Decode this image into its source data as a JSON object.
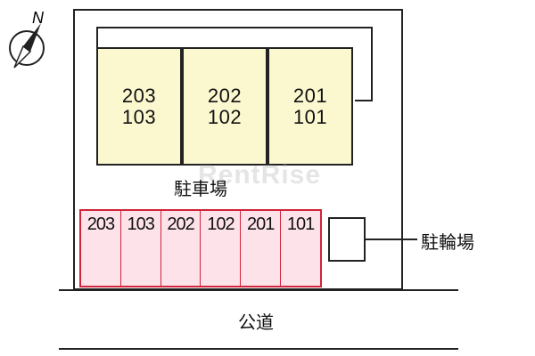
{
  "compass": {
    "north_label": "N"
  },
  "units": [
    {
      "upper": "203",
      "lower": "103"
    },
    {
      "upper": "202",
      "lower": "102"
    },
    {
      "upper": "201",
      "lower": "101"
    }
  ],
  "parking": {
    "label": "駐車場",
    "slots": [
      "203",
      "103",
      "202",
      "102",
      "201",
      "101"
    ]
  },
  "bicycle_parking": {
    "label": "駐輪場"
  },
  "road": {
    "label": "公道"
  },
  "watermark": "RentRise",
  "colors": {
    "unit_fill": "#fbf8d0",
    "parking_fill": "#fde2ea",
    "parking_border": "#d0243a"
  }
}
